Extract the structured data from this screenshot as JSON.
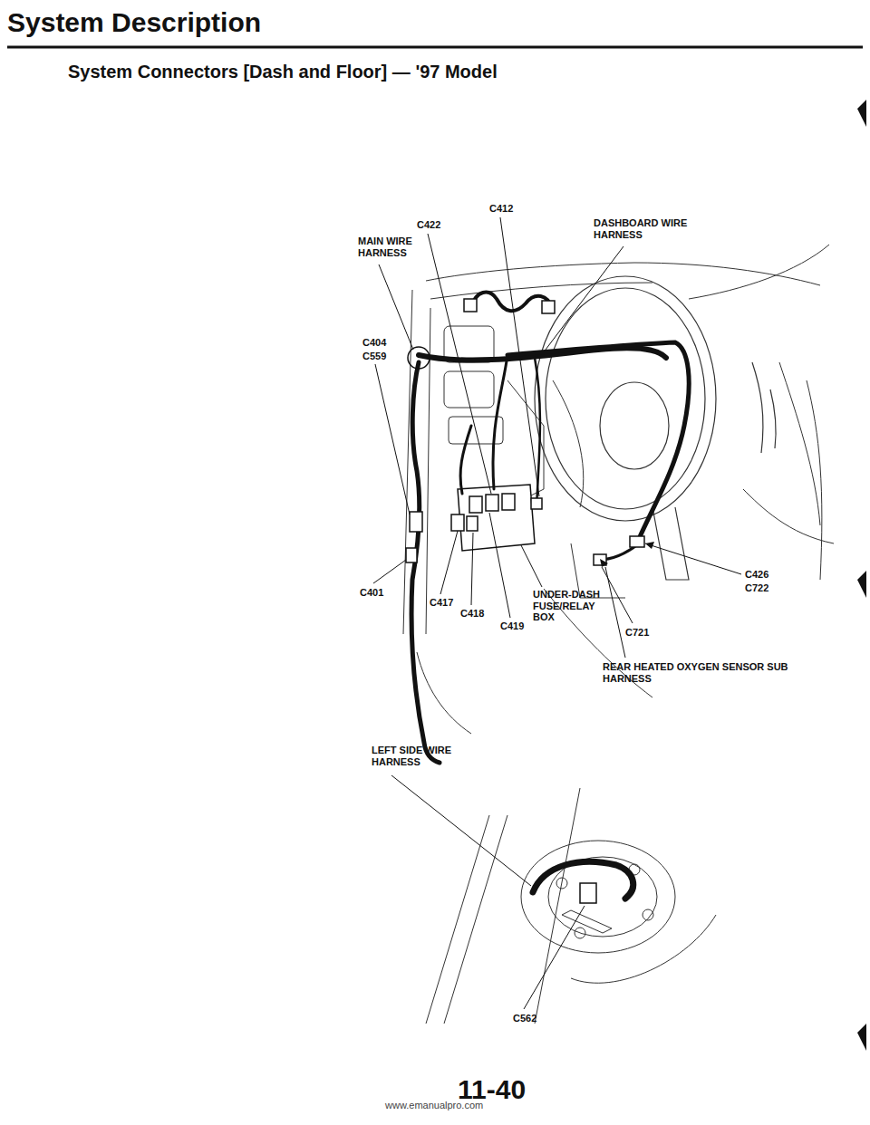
{
  "diagram": {
    "title": "System Description",
    "labels": [
      "System Connectors [Dash and Floor] — '97 Model",
      "C412",
      "C422",
      "MAIN WIRE HARNESS",
      "DASHBOARD WIRE HARNESS",
      "C404",
      "C559",
      "C401",
      "C417",
      "C418",
      "C419",
      "UNDER-DASH FUSE/RELAY BOX",
      "C721",
      "C426",
      "C722",
      "REAR HEATED OXYGEN SENSOR SUB HARNESS",
      "LEFT SIDE WIRE HARNESS",
      "C562",
      "11-40",
      "www.emanualpro.com"
    ]
  }
}
